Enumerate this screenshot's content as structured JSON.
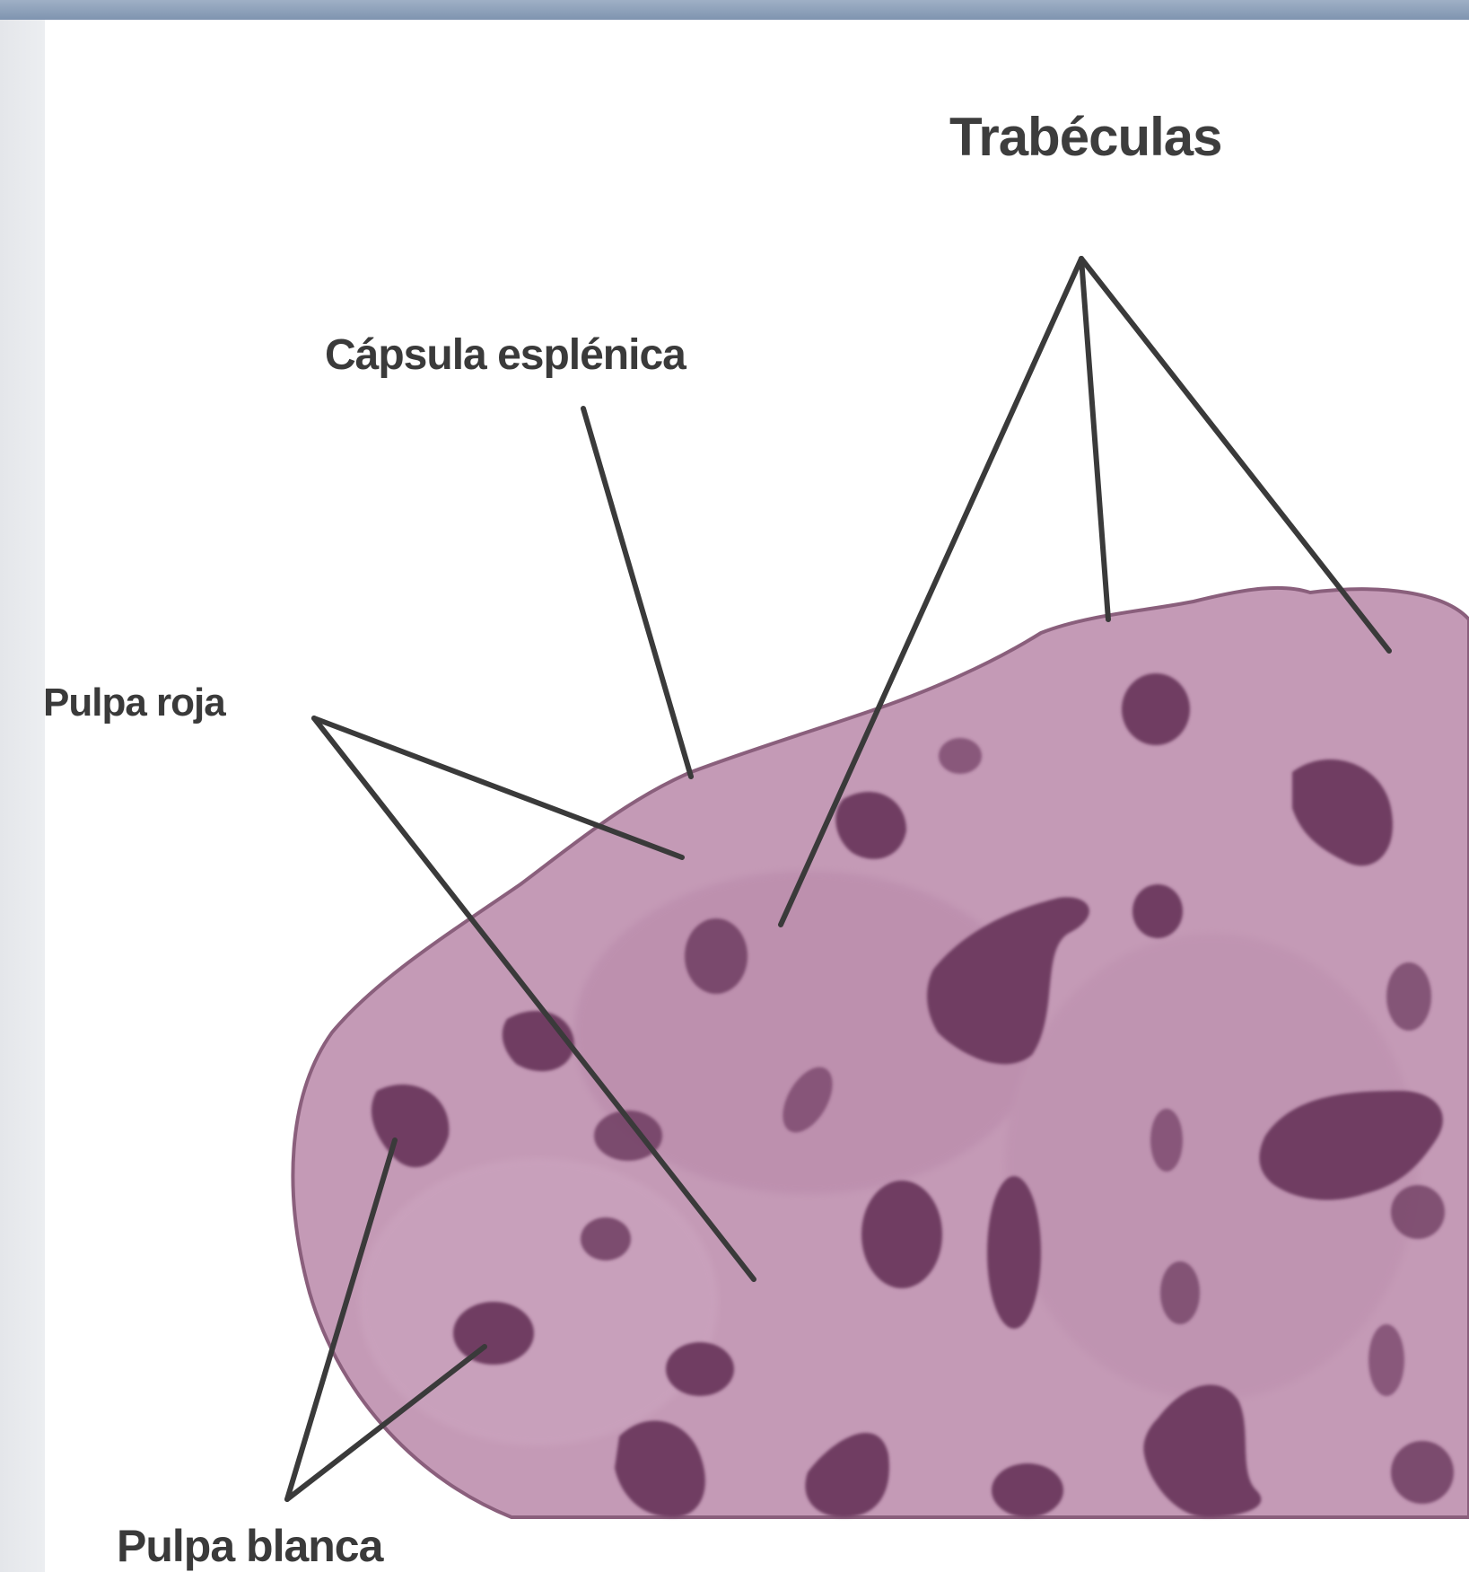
{
  "labels": {
    "trabeculas": "Trabéculas",
    "capsula": "Cápsula esplénica",
    "pulpa_roja": "Pulpa roja",
    "pulpa_blanca": "Pulpa blanca"
  },
  "colors": {
    "tissue": "#c49ab6",
    "tissue_edge": "#8a5f7c",
    "white_pulp": "#6f3d62",
    "leader_line": "#3a3a3a",
    "frame_bar": "#8da0b9",
    "frame_strip": "#e8eaed"
  }
}
